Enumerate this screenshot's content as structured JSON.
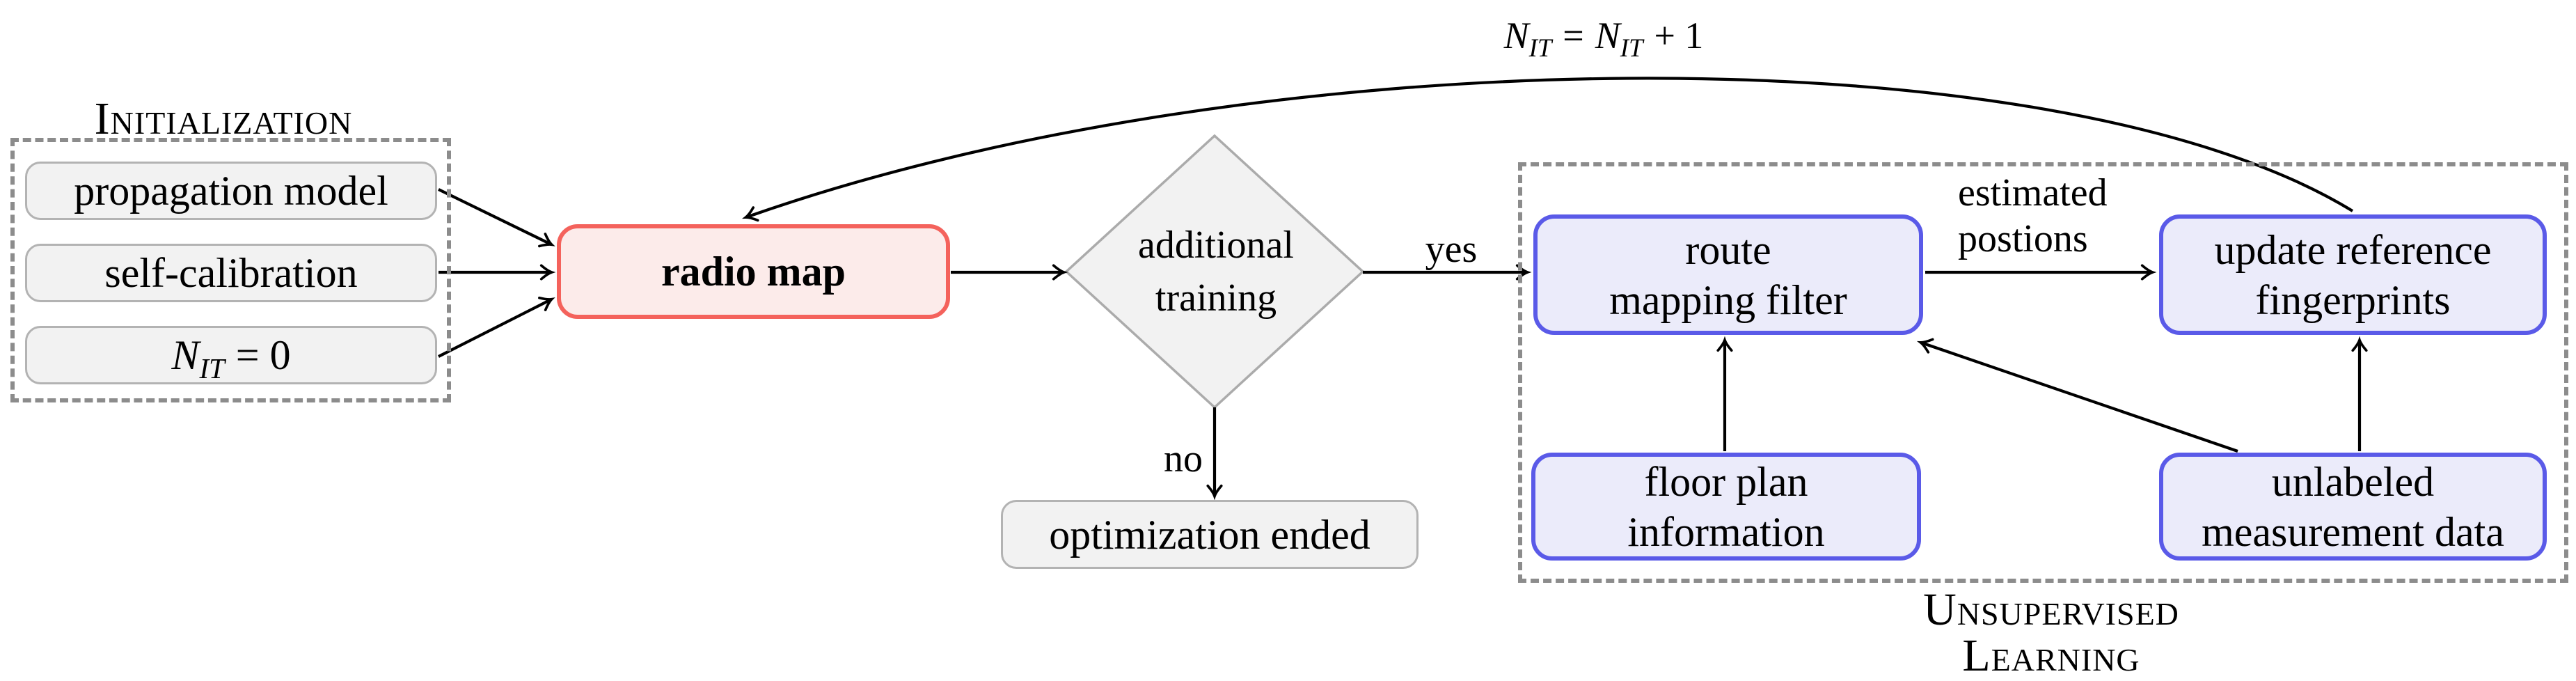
{
  "headers": {
    "initialization": "Initialization",
    "unsupervised_learning": "Unsupervised Learning"
  },
  "nodes": {
    "propagation_model": {
      "label": "propagation model"
    },
    "self_calibration": {
      "label": "self-calibration"
    },
    "n_init": {
      "base": "N",
      "sub": "IT",
      "rest": "= 0"
    },
    "radio_map": {
      "label": "radio map"
    },
    "decision": {
      "lines": [
        "additional",
        "training"
      ]
    },
    "optimization_ended": {
      "label": "optimization ended"
    },
    "route_mapping_filter": {
      "lines": [
        "route",
        "mapping filter"
      ]
    },
    "update_reference_fingerprints": {
      "lines": [
        "update reference",
        "fingerprints"
      ]
    },
    "floor_plan_information": {
      "lines": [
        "floor plan",
        "information"
      ]
    },
    "unlabeled_measurement_data": {
      "lines": [
        "unlabeled",
        "measurement data"
      ]
    }
  },
  "edge_labels": {
    "yes": "yes",
    "no": "no",
    "estimated_positions": {
      "lines": [
        "estimated",
        "postions"
      ]
    },
    "iteration": {
      "base1": "N",
      "sub1": "IT",
      "eq": "=",
      "base2": "N",
      "sub2": "IT",
      "rest": "+ 1"
    }
  },
  "colors": {
    "red_border": "#f4625c",
    "red_fill": "#fcebea",
    "blue_border": "#5a5ae8",
    "blue_fill": "#ebebfa",
    "gray_border": "#b3b3b3",
    "gray_fill": "#f2f2f2",
    "dash_color": "#8c8c8c",
    "arrow_color": "#000000"
  }
}
